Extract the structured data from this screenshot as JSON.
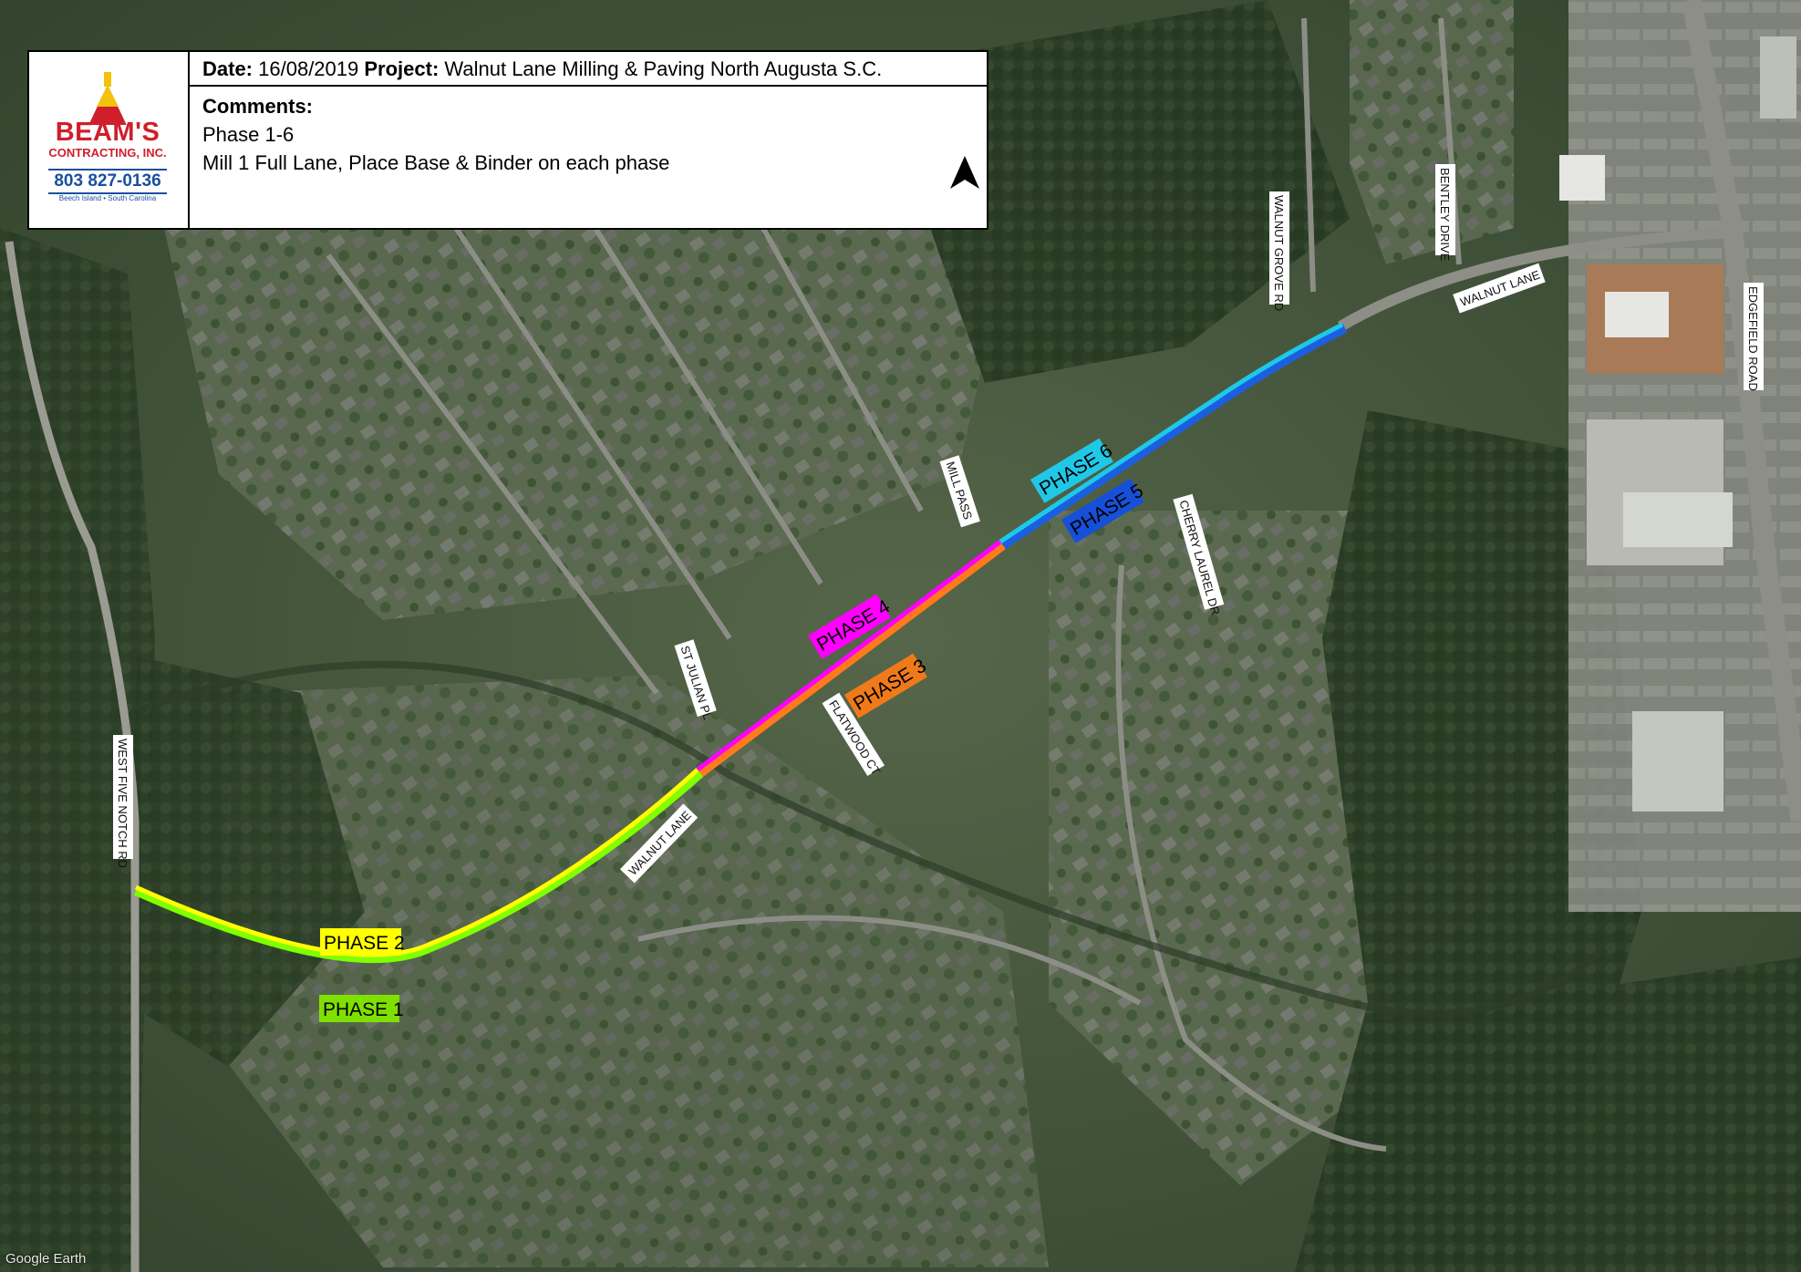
{
  "header": {
    "date_label": "Date:",
    "date_value": "16/08/2019",
    "project_label": "Project:",
    "project_value": "Walnut Lane Milling & Paving North Augusta S.C.",
    "comments_label": "Comments:",
    "comment_line1": "Phase 1-6",
    "comment_line2": "Mill 1 Full Lane, Place Base & Binder on each phase"
  },
  "logo": {
    "name": "BEAM'S",
    "subtitle": "CONTRACTING, INC.",
    "phone": "803 827-0136",
    "location": "Beech Island  •  South Carolina"
  },
  "north_arrow_icon": "north-arrow-icon",
  "road_labels": {
    "west_five_notch": "WEST FIVE NOTCH RD",
    "walnut_lane_south": "WALNUT LANE",
    "st_julian": "ST JULIAN PL",
    "flatwood": "FLATWOOD CT",
    "mill_pass": "MILL PASS",
    "cherry_laurel": "CHERRY LAUREL DR",
    "walnut_grove": "WALNUT GROVE RD",
    "bentley": "BENTLEY DRIVE",
    "walnut_lane_north": "WALNUT LANE",
    "edgefield": "EDGEFIELD ROAD"
  },
  "phases": [
    {
      "label": "PHASE 1",
      "color": "#7fff00",
      "label_bg": "#7fe000",
      "text_color": "#000000"
    },
    {
      "label": "PHASE 2",
      "color": "#ffff00",
      "label_bg": "#ffff00",
      "text_color": "#000000"
    },
    {
      "label": "PHASE 3",
      "color": "#ff7a1a",
      "label_bg": "#f07a1a",
      "text_color": "#000000"
    },
    {
      "label": "PHASE 4",
      "color": "#ff00ff",
      "label_bg": "#ff00ff",
      "text_color": "#000000"
    },
    {
      "label": "PHASE 5",
      "color": "#1b5fe0",
      "label_bg": "#1650d8",
      "text_color": "#000000"
    },
    {
      "label": "PHASE 6",
      "color": "#1ec8e8",
      "label_bg": "#20c8e8",
      "text_color": "#000000"
    }
  ],
  "watermark": "Google Earth"
}
